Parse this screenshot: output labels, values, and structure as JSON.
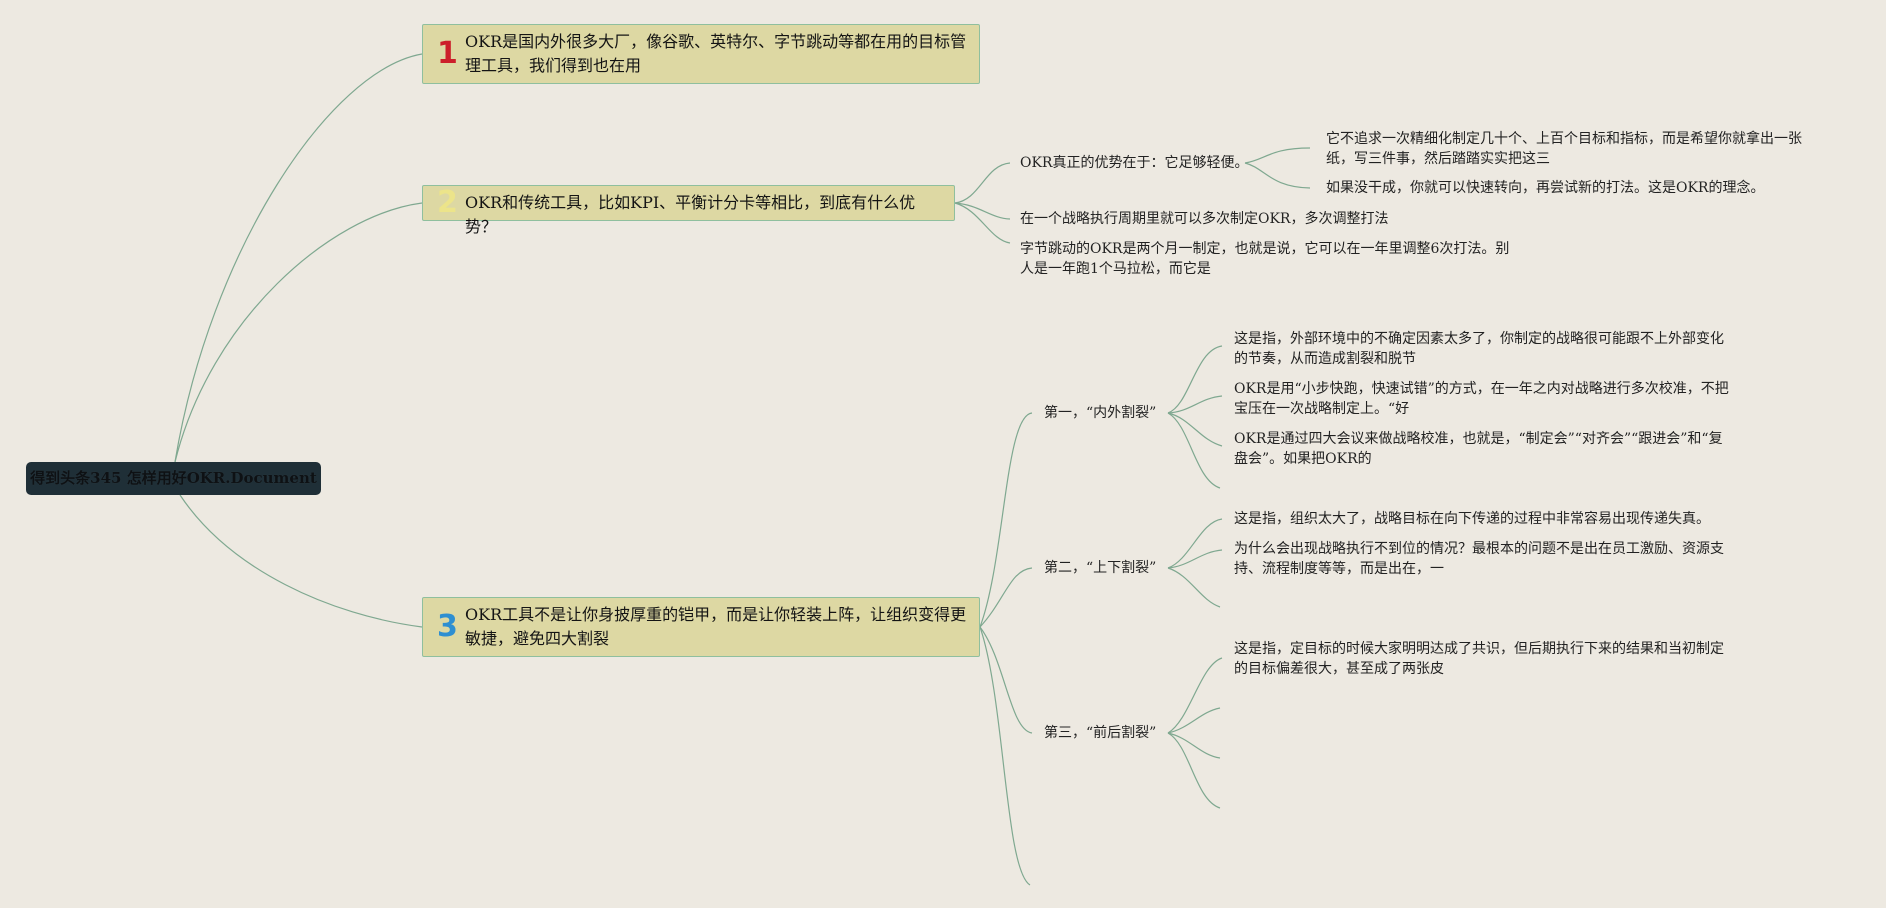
{
  "root": {
    "title": "得到头条345 怎样用好OKR.Document"
  },
  "branches": [
    {
      "num": "1",
      "text": "OKR是国内外很多大厂，像谷歌、英特尔、字节跳动等都在用的目标管理工具，我们得到也在用"
    },
    {
      "num": "2",
      "text": "OKR和传统工具，比如KPI、平衡计分卡等相比，到底有什么优势？",
      "children": [
        {
          "text": "OKR真正的优势在于：它足够轻便。",
          "children": [
            {
              "text": "它不追求一次精细化制定几十个、上百个目标和指标，而是希望你就拿出一张纸，写三件事，然后踏踏实实把这三"
            },
            {
              "text": "如果没干成，你就可以快速转向，再尝试新的打法。这是OKR的理念。"
            }
          ]
        },
        {
          "text": "在一个战略执行周期里就可以多次制定OKR，多次调整打法"
        },
        {
          "text": "字节跳动的OKR是两个月一制定，也就是说，它可以在一年里调整6次打法。别人是一年跑1个马拉松，而它是"
        }
      ]
    },
    {
      "num": "3",
      "text": "OKR工具不是让你身披厚重的铠甲，而是让你轻装上阵，让组织变得更敏捷，避免四大割裂",
      "children": [
        {
          "text": "第一，“内外割裂”",
          "children": [
            {
              "text": "这是指，外部环境中的不确定因素太多了，你制定的战略很可能跟不上外部变化的节奏，从而造成割裂和脱节"
            },
            {
              "text": "OKR是用“小步快跑，快速试错”的方式，在一年之内对战略进行多次校准，不把宝压在一次战略制定上。“好"
            },
            {
              "text": "OKR是通过四大会议来做战略校准，也就是，“制定会”“对齐会”“跟进会”和“复盘会”。如果把OKR的"
            }
          ]
        },
        {
          "text": "第二，“上下割裂”",
          "children": [
            {
              "text": "这是指，组织太大了，战略目标在向下传递的过程中非常容易出现传递失真。"
            },
            {
              "text": "为什么会出现战略执行不到位的情况？最根本的问题不是出在员工激励、资源支持、流程制度等等，而是出在，一"
            }
          ]
        },
        {
          "text": "第三，“前后割裂”",
          "children": [
            {
              "text": "这是指，定目标的时候大家明明达成了共识，但后期执行下来的结果和当初制定的目标偏差很大，甚至成了两张皮"
            }
          ]
        }
      ]
    }
  ]
}
